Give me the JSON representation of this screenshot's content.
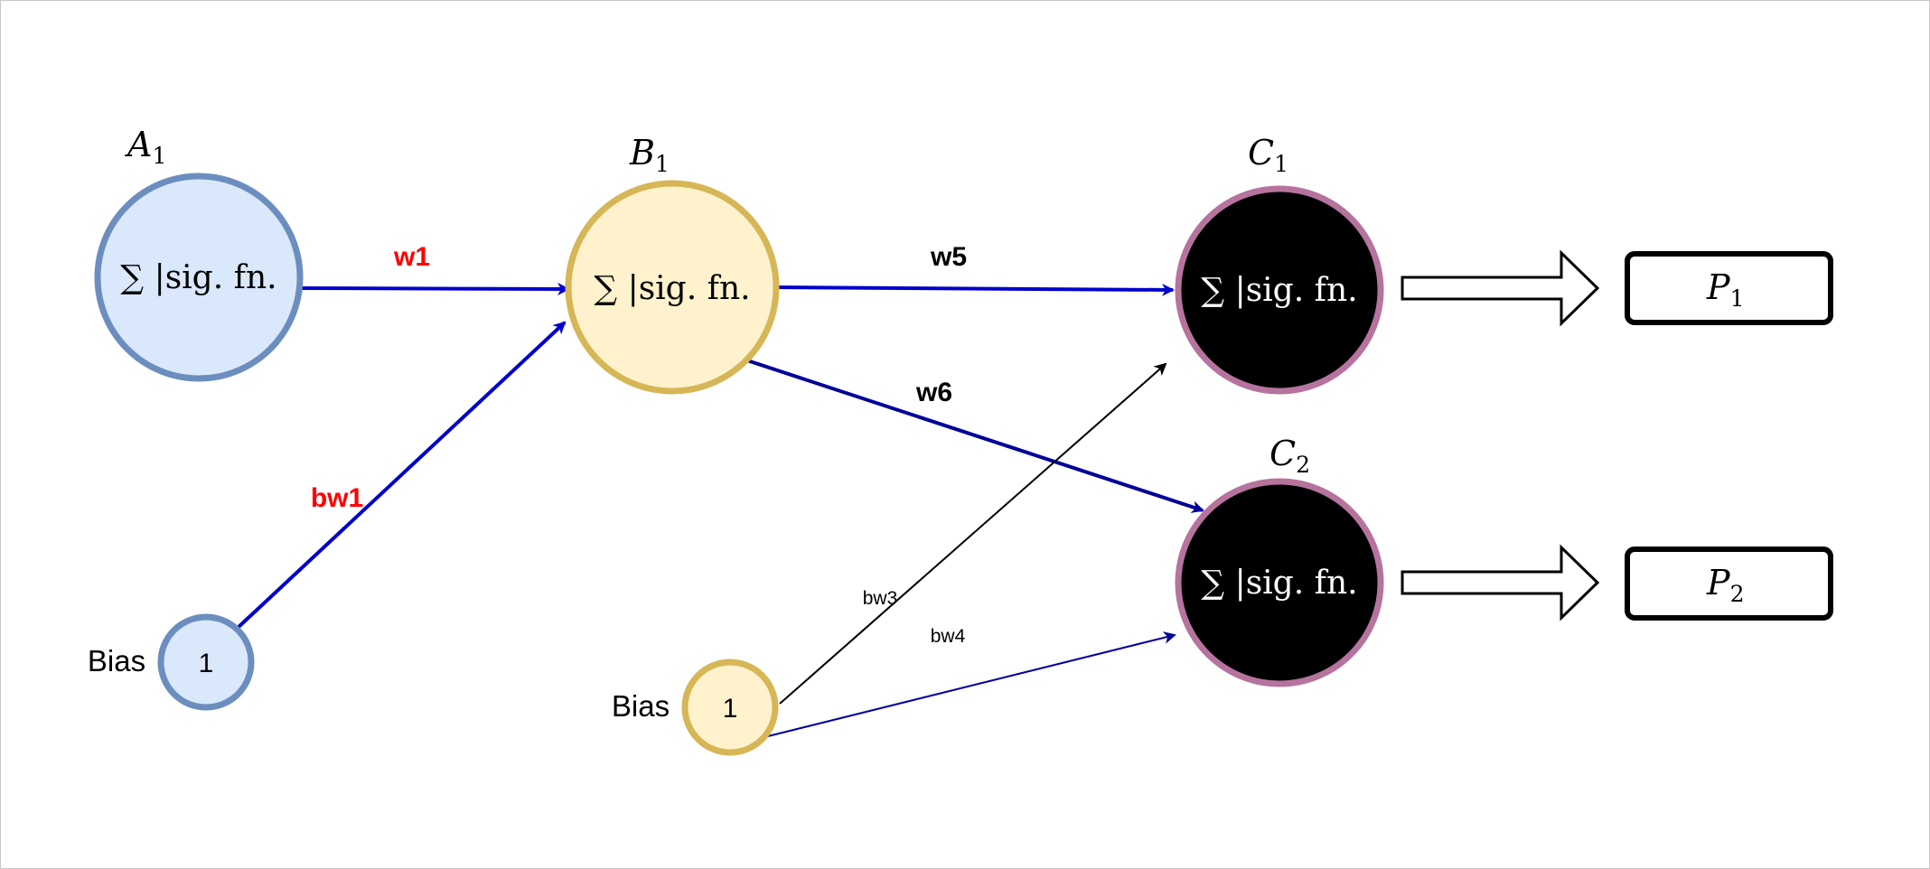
{
  "diagram": {
    "nodes": {
      "a1": {
        "name": "A",
        "sub": "1",
        "text": "∑ |sig. fn.",
        "fill": "#dae8fc",
        "stroke": "#6c8ebf",
        "text_color": "#000000"
      },
      "b1": {
        "name": "B",
        "sub": "1",
        "text": "∑ |sig. fn.",
        "fill": "#fff2cc",
        "stroke": "#d6b656",
        "text_color": "#000000"
      },
      "c1": {
        "name": "C",
        "sub": "1",
        "text": "∑ |sig. fn.",
        "fill": "#000000",
        "stroke": "#b5739d",
        "text_color": "#ffffff"
      },
      "c2": {
        "name": "C",
        "sub": "2",
        "text": "∑ |sig. fn.",
        "fill": "#000000",
        "stroke": "#b5739d",
        "text_color": "#ffffff"
      }
    },
    "bias_nodes": {
      "bias1": {
        "label": "Bias",
        "value": "1",
        "fill": "#dae8fc",
        "stroke": "#6c8ebf"
      },
      "bias2": {
        "label": "Bias",
        "value": "1",
        "fill": "#fff2cc",
        "stroke": "#d6b656"
      }
    },
    "outputs": {
      "p1": {
        "name": "P",
        "sub": "1"
      },
      "p2": {
        "name": "P",
        "sub": "2"
      }
    },
    "edges": {
      "w1": {
        "label": "w1",
        "color": "#0000cc",
        "label_color": "#ff0000"
      },
      "bw1": {
        "label": "bw1",
        "color": "#0000cc",
        "label_color": "#ff0000"
      },
      "w5": {
        "label": "w5",
        "color": "#0000cc",
        "label_color": "#000000"
      },
      "w6": {
        "label": "w6",
        "color": "#000099",
        "label_color": "#000000"
      },
      "bw3": {
        "label": "bw3",
        "color": "#000000",
        "label_color": "#000000"
      },
      "bw4": {
        "label": "bw4",
        "color": "#000099",
        "label_color": "#000000"
      }
    }
  }
}
